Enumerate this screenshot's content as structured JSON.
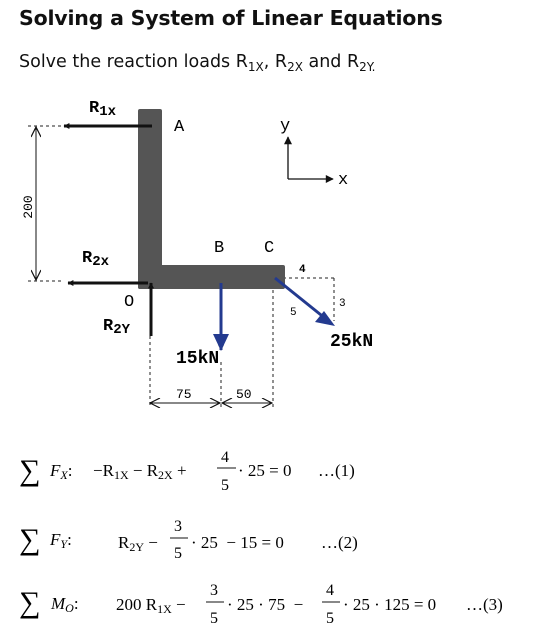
{
  "header": {
    "title": "Solving a System of Linear Equations",
    "subtitle_prefix": "Solve the reaction loads R",
    "sub_1x": "1X",
    "sep1": ", R",
    "sub_2x": "2X",
    "sep2": " and R",
    "sub_2y": "2Y.",
    "subtitle_suffix": ""
  },
  "diagram": {
    "labels": {
      "r1x_main": "R",
      "r1x_sub": "1x",
      "r2x_main": "R",
      "r2x_sub": "2x",
      "r2y_main": "R",
      "r2y_sub": "2Y",
      "point_a": "A",
      "point_b": "B",
      "point_c": "C",
      "point_o": "O",
      "axis_y": "y",
      "axis_x": "x",
      "height_dim": "200",
      "dim_left": "75",
      "dim_right": "50",
      "load_down": "15kN",
      "load_diag": "25kN",
      "tri_horiz": "4",
      "tri_vert": "3",
      "tri_hyp": "5"
    },
    "colors": {
      "beam": "#555555",
      "load_arrow": "#233a8f",
      "reaction_arrow": "#111111"
    }
  },
  "equations": {
    "sum_symbol": "∑",
    "eq1": {
      "label_var": "F",
      "label_sub": "X",
      "colon": ":",
      "t1": "−R",
      "t1_sub": "1X",
      "t2": " − R",
      "t2_sub": "2X",
      "t3": " +",
      "frac_num": "4",
      "frac_den": "5",
      "rest": "· 25 = 0",
      "ref": "…(1)"
    },
    "eq2": {
      "label_var": "F",
      "label_sub": "Y",
      "colon": ":",
      "t1": "R",
      "t1_sub": "2Y",
      "t2": " −",
      "frac_num": "3",
      "frac_den": "5",
      "rest": "· 25  − 15 = 0",
      "ref": "…(2)"
    },
    "eq3": {
      "label_var": "M",
      "label_sub": "O",
      "colon": ":",
      "t1": "200 R",
      "t1_sub": "1X",
      "t2": " −",
      "frac1_num": "3",
      "frac1_den": "5",
      "mid": "· 25 · 75  −",
      "frac2_num": "4",
      "frac2_den": "5",
      "rest": "· 25 · 125 = 0",
      "ref": "…(3)"
    }
  }
}
